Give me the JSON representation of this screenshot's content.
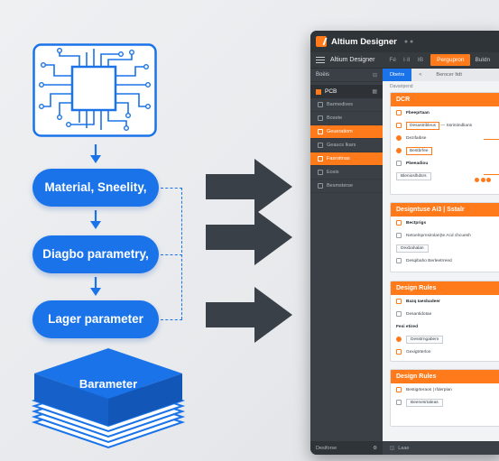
{
  "flow": {
    "steps": [
      {
        "label": "Material, Sneelity,"
      },
      {
        "label": "Diagbo parametry,"
      },
      {
        "label": "Lager parameter"
      }
    ],
    "stack_label": "Barameter"
  },
  "app": {
    "title": "Altium Designer",
    "menubar": {
      "name": "Altium Designer",
      "items": [
        "Fé",
        "I·II",
        "ŀB"
      ],
      "orange_item": "Pergupron",
      "last_item": "Buldn"
    },
    "sidebar": {
      "header": "Boèis",
      "pcb": "PCB",
      "items": [
        {
          "label": "Barmedives",
          "active": false
        },
        {
          "label": "Bosete",
          "active": false
        },
        {
          "label": "Geueratiom",
          "active": true
        },
        {
          "label": "Geaucs Ikars",
          "active": false
        },
        {
          "label": "Fasroitnas",
          "active": true
        },
        {
          "label": "Eosis",
          "active": false
        },
        {
          "label": "Besmsterse",
          "active": false
        }
      ],
      "footer": "Desiforse"
    },
    "tabs": {
      "active": "Dbetrs",
      "others": [
        "<",
        "Berocer Itdt"
      ]
    },
    "breadcrumb": "Davaripend",
    "panels": [
      {
        "title": "DCR",
        "rows": [
          "Fbeeprtaan",
          "Desastribleus",
          "— Ssrintindlians",
          "Dezifaibse",
          "Bestbrfee",
          "Pbeeadiou",
          "Blenioslhdsrs"
        ]
      },
      {
        "title": "Designtuse Ai3 | Sstalr",
        "rows": [
          "Bectprigs",
          "Netoelnprnsirolan(te Acd chcuesh",
          "Dexbahalan",
          "Desqibaho Berleetrreed"
        ]
      },
      {
        "title": "Design Rules",
        "rows": [
          "Bazq Iaesbadeer",
          "Desantidotae",
          "Fesi etired",
          "Desstrngabem",
          "Gexigtrterlon"
        ]
      },
      {
        "title": "Design Rules",
        "rows": [
          "Bestigrteraos | Ifderplan",
          "Beenesrtaleas"
        ]
      }
    ],
    "status": "Laae"
  },
  "colors": {
    "accent_blue": "#1a73e8",
    "accent_orange": "#ff7a1a",
    "dark_ui": "#3d4349"
  }
}
